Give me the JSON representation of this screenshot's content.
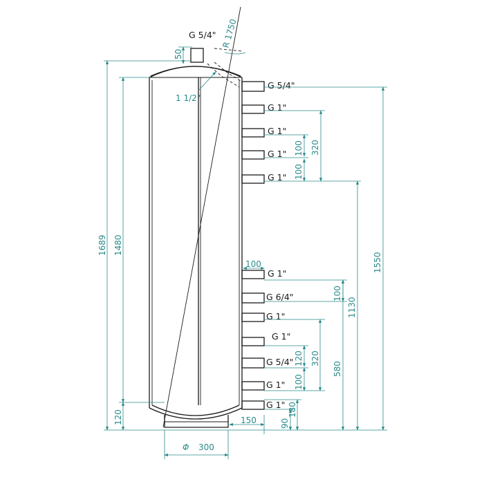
{
  "top_connection": "G 5/4\"",
  "radius_label": "R 1750",
  "top_stub_height": "50",
  "sensor_label": "1 1/2\"",
  "connections": [
    "G 5/4\"",
    "G 1\"",
    "G 1\"",
    "G 1\"",
    "G 1\"",
    "G 1\"",
    "G 6/4\"",
    "G 1\"",
    "G 1\"",
    "G 5/4\"",
    "G 1\"",
    "G 1\""
  ],
  "dimensions": {
    "total_height": "1689",
    "body_height": "1480",
    "bottom_offset": "120",
    "right_total": "1550",
    "upper_spacing_1": "100",
    "upper_spacing_2": "100",
    "upper_group": "320",
    "nozzle_length": "100",
    "lower_spacing_1": "100",
    "lower_total": "1130",
    "lower_spacing_2": "120",
    "lower_group": "320",
    "lower_spacing_3": "100",
    "lower_mid": "580",
    "bottom_nozzle_1": "90",
    "bottom_nozzle_2": "180",
    "bottom_side": "150",
    "foot_diameter": "300",
    "foot_diameter_symbol": "Φ"
  },
  "colors": {
    "outline": "#1a1a1a",
    "dimension": "#2a8a8a"
  }
}
